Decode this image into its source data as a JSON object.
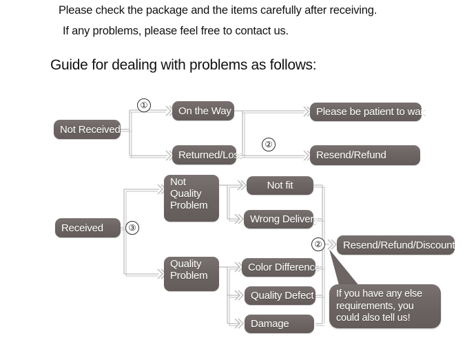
{
  "header": {
    "line1": "Please check the package and the items carefully after receiving.",
    "line2": "If any problems, please feel free to contact us.",
    "title": "Guide for dealing with problems as follows:"
  },
  "theme": {
    "node_fill": "#6d6664",
    "node_text": "#ffffff",
    "connector": "#bdbdbd",
    "page_bg": "#ffffff",
    "text": "#111111"
  },
  "flow_top": {
    "root": "Not Received",
    "markers": {
      "one": "①",
      "two": "②"
    },
    "nodes": {
      "on_the_way": "On the Way",
      "returned_lost": "Returned/Lost",
      "patient": "Please be patient to wait",
      "resend_refund": "Resend/Refund"
    }
  },
  "flow_bottom": {
    "root": "Received",
    "markers": {
      "three": "③",
      "two": "②"
    },
    "branches": {
      "not_quality": "Not\nQuality\nProblem",
      "quality": "Quality\nProblem"
    },
    "reasons": [
      "Not fit",
      "Wrong Delivery",
      "Color Difference",
      "Quality Defect",
      "Damage"
    ],
    "outcome": "Resend/Refund/Discount",
    "bubble": "If you have any else requirements, you could also tell us!"
  }
}
